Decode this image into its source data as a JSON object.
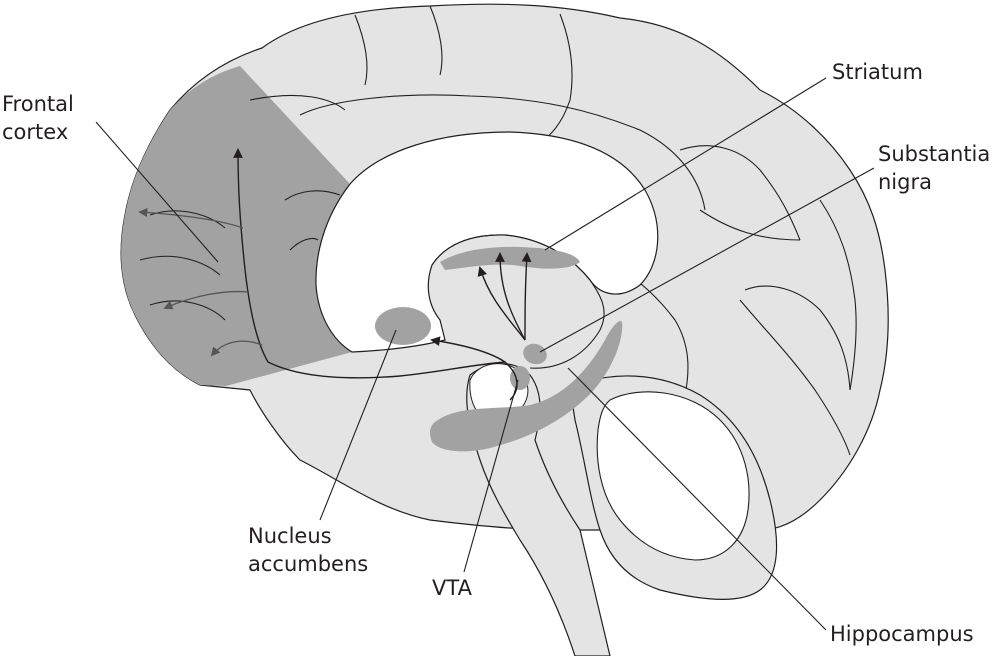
{
  "labels": {
    "frontal_cortex": [
      "Frontal",
      "cortex"
    ],
    "striatum": [
      "Striatum"
    ],
    "substantia_nigra": [
      "Substantia",
      "nigra"
    ],
    "nucleus_accumbens": [
      "Nucleus",
      "accumbens"
    ],
    "vta": [
      "VTA"
    ],
    "hippocampus": [
      "Hippocampus"
    ]
  },
  "colors": {
    "brain": "#e4e4e5",
    "highlight": "#a2a2a3",
    "outline": "#231f20",
    "cavity": "#ffffff"
  }
}
